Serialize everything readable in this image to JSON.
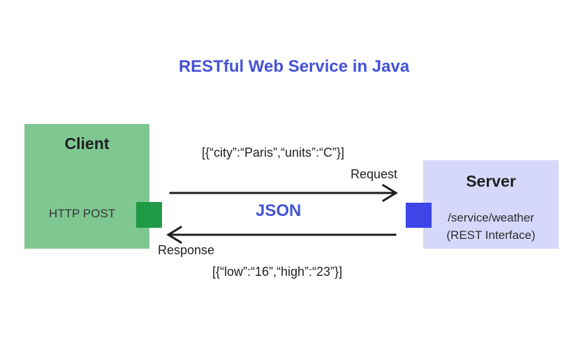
{
  "diagram": {
    "title": "RESTful Web Service in Java",
    "client": {
      "title": "Client",
      "label": "HTTP POST"
    },
    "server": {
      "title": "Server",
      "lines": [
        "/service/weather",
        "(REST Interface)"
      ]
    },
    "request": {
      "label": "Request",
      "payload": "[{“city”:“Paris”,“units”:“C”}]"
    },
    "response": {
      "label": "Response",
      "payload": "[{“low”:“16”,“high”:“23”}]"
    },
    "format": "JSON",
    "colors": {
      "title": "#4453d6",
      "client_box": "#7ec791",
      "client_port": "#1f9a45",
      "server_box": "#d6d8fb",
      "server_port": "#3d45e8",
      "arrows": "#1f1f1f"
    }
  }
}
